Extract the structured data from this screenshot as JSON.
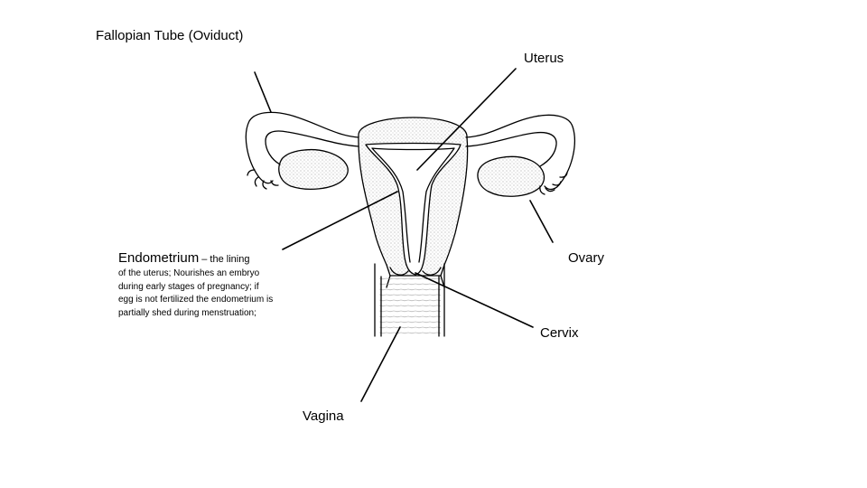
{
  "labels": {
    "fallopian_tube": "Fallopian Tube (Oviduct)",
    "uterus": "Uterus",
    "endometrium": "Endometrium",
    "endometrium_lead": " – the lining",
    "endometrium_desc": "of the uterus; Nourishes an embryo during early stages of pregnancy; if egg is not fertilized the endometrium is partially shed during menstruation;",
    "ovary": "Ovary",
    "cervix": "Cervix",
    "vagina": "Vagina"
  },
  "colors": {
    "ink": "#000000",
    "background": "#ffffff",
    "stipple": "#9a9a9a"
  }
}
